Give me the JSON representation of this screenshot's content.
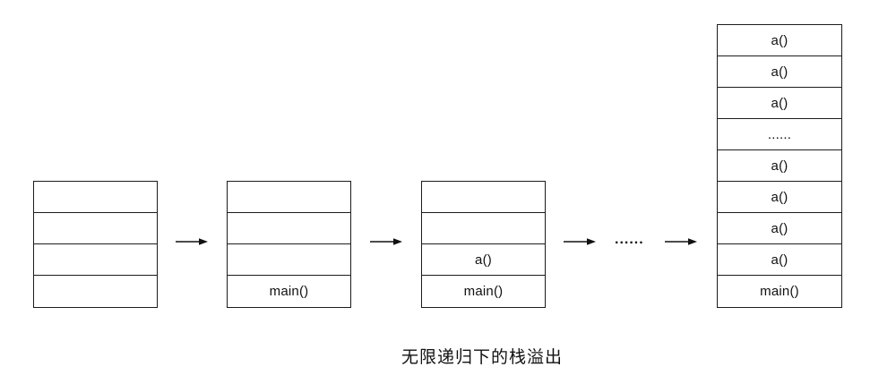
{
  "caption": "无限递归下的栈溢出",
  "separator_dots": "......",
  "colors": {
    "border": "#1c1c1c",
    "background": "#ffffff",
    "text": "#111111"
  },
  "stacks": [
    {
      "rows": [
        "",
        "",
        "",
        ""
      ]
    },
    {
      "rows": [
        "",
        "",
        "",
        "main()"
      ]
    },
    {
      "rows": [
        "",
        "",
        "a()",
        "main()"
      ]
    },
    {
      "rows": [
        "a()",
        "a()",
        "a()",
        "......",
        "a()",
        "a()",
        "a()",
        "a()",
        "main()"
      ]
    }
  ]
}
